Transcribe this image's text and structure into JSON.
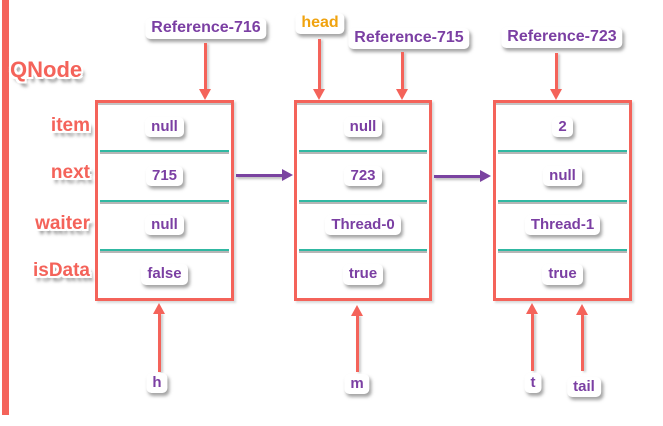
{
  "class_label": "QNode",
  "fields": [
    "item",
    "next",
    "waiter",
    "isData"
  ],
  "top_labels": {
    "ref716": "Reference-716",
    "head": "head",
    "ref715": "Reference-715",
    "ref723": "Reference-723"
  },
  "nodes": [
    {
      "values": [
        "null",
        "715",
        "null",
        "false"
      ]
    },
    {
      "values": [
        "null",
        "723",
        "Thread-0",
        "true"
      ]
    },
    {
      "values": [
        "2",
        "null",
        "Thread-1",
        "true"
      ]
    }
  ],
  "bottom_labels": {
    "h": "h",
    "m": "m",
    "t": "t",
    "tail": "tail"
  },
  "colors": {
    "accent_red": "#f4635a",
    "value_purple": "#7b3fa3",
    "head_orange": "#f0a30f",
    "separator_teal": "#30b8a2",
    "pointer_purple": "#7a43a0"
  }
}
